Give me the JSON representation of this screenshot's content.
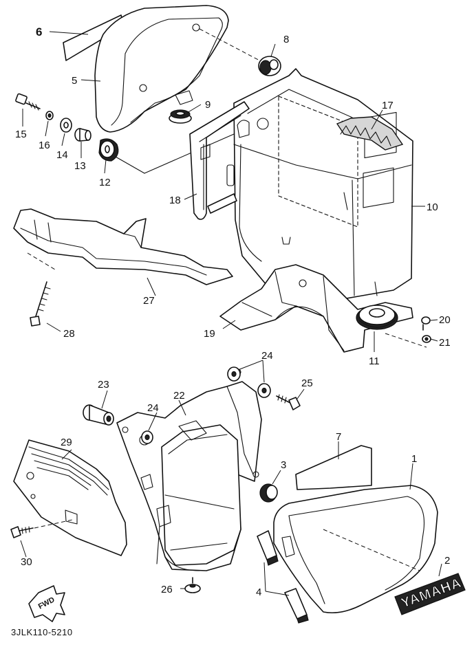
{
  "callouts": {
    "c1": "1",
    "c2": "2",
    "c3": "3",
    "c4": "4",
    "c5": "5",
    "c6": "6",
    "c7": "7",
    "c8": "8",
    "c9": "9",
    "c10": "10",
    "c11": "11",
    "c12": "12",
    "c13": "13",
    "c14": "14",
    "c15": "15",
    "c16": "16",
    "c17": "17",
    "c18": "18",
    "c19": "19",
    "c20": "20",
    "c21": "21",
    "c22": "22",
    "c23": "23",
    "c24a": "24",
    "c24b": "24",
    "c25": "25",
    "c26": "26",
    "c27": "27",
    "c28": "28",
    "c29": "29",
    "c30": "30"
  },
  "emblem_text": "YAMAHA",
  "fwd_label": "FWD",
  "drawing_code": "3JLK110-5210"
}
